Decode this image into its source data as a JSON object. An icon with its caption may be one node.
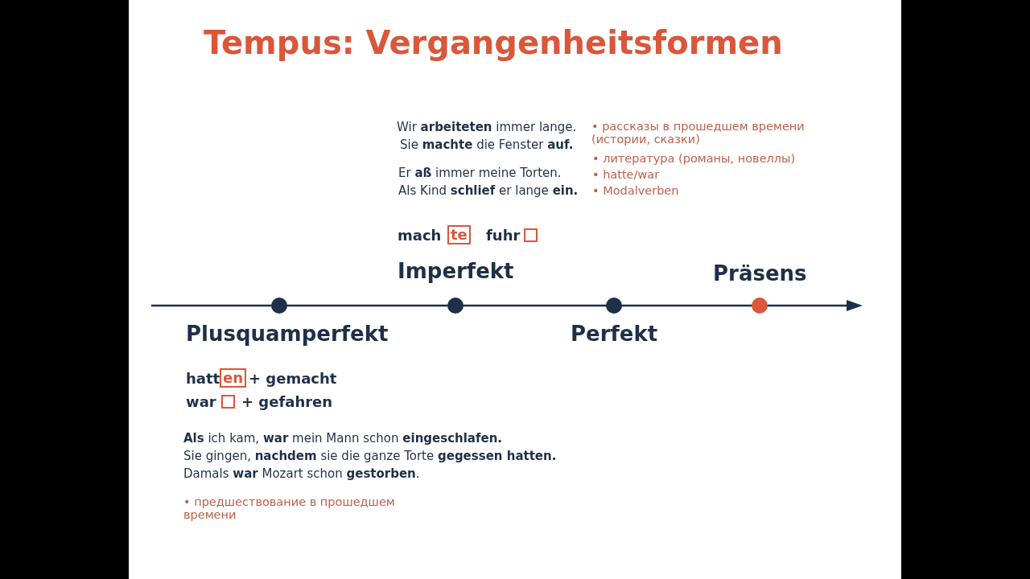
{
  "diagram": {
    "title": "Tempus: Vergangenheitsformen",
    "labels": [
      "Wir **arbeiteten** immer lange.",
      "Sie **machte** die Fenster **auf.**",
      "Er **aß** immer meine Torten.",
      "Als Kind **schlief** er lange **ein.**",
      "• рассказы в прошедшем времени (истории, сказки)",
      "• литература (романы, новеллы)",
      "• hatte/war",
      "• Modalverben",
      "mach",
      "te",
      "fuhr",
      "Imperfekt",
      "Präsens",
      "Plusquamperfekt",
      "Perfekt",
      "hatt",
      "en",
      "+ gemacht",
      "war",
      "+ gefahren",
      "**Als** ich kam, **war** mein Mann schon **eingeschlafen.**",
      "Sie gingen, **nachdem** sie die ganze Torte **gegessen hatten.**",
      "Damals **war** Mozart schon **gestorben**.",
      "• предшествование в прошедшем времени"
    ]
  }
}
